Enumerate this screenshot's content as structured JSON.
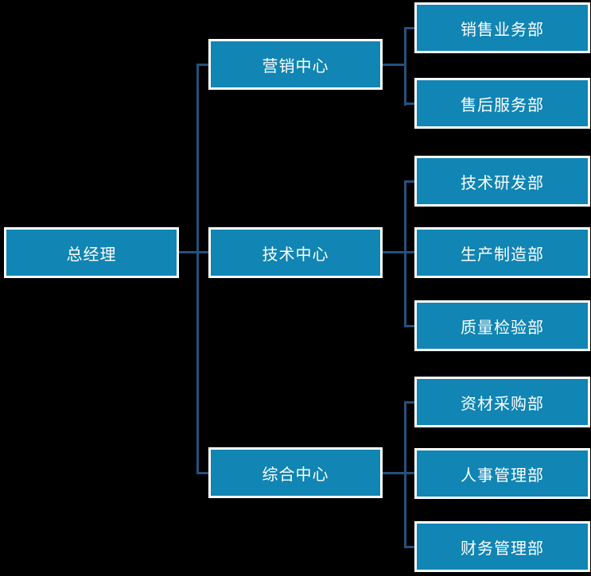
{
  "diagram": {
    "type": "org-chart",
    "colors": {
      "background": "#000000",
      "node_fill": "#1185b4",
      "node_border": "#ffffff",
      "connector": "#24517d",
      "text": "#ffffff"
    },
    "root": {
      "label": "总经理"
    },
    "centers": [
      {
        "label": "营销中心",
        "departments": [
          {
            "label": "销售业务部"
          },
          {
            "label": "售后服务部"
          }
        ]
      },
      {
        "label": "技术中心",
        "departments": [
          {
            "label": "技术研发部"
          },
          {
            "label": "生产制造部"
          },
          {
            "label": "质量检验部"
          }
        ]
      },
      {
        "label": "综合中心",
        "departments": [
          {
            "label": "资材采购部"
          },
          {
            "label": "人事管理部"
          },
          {
            "label": "财务管理部"
          }
        ]
      }
    ]
  }
}
